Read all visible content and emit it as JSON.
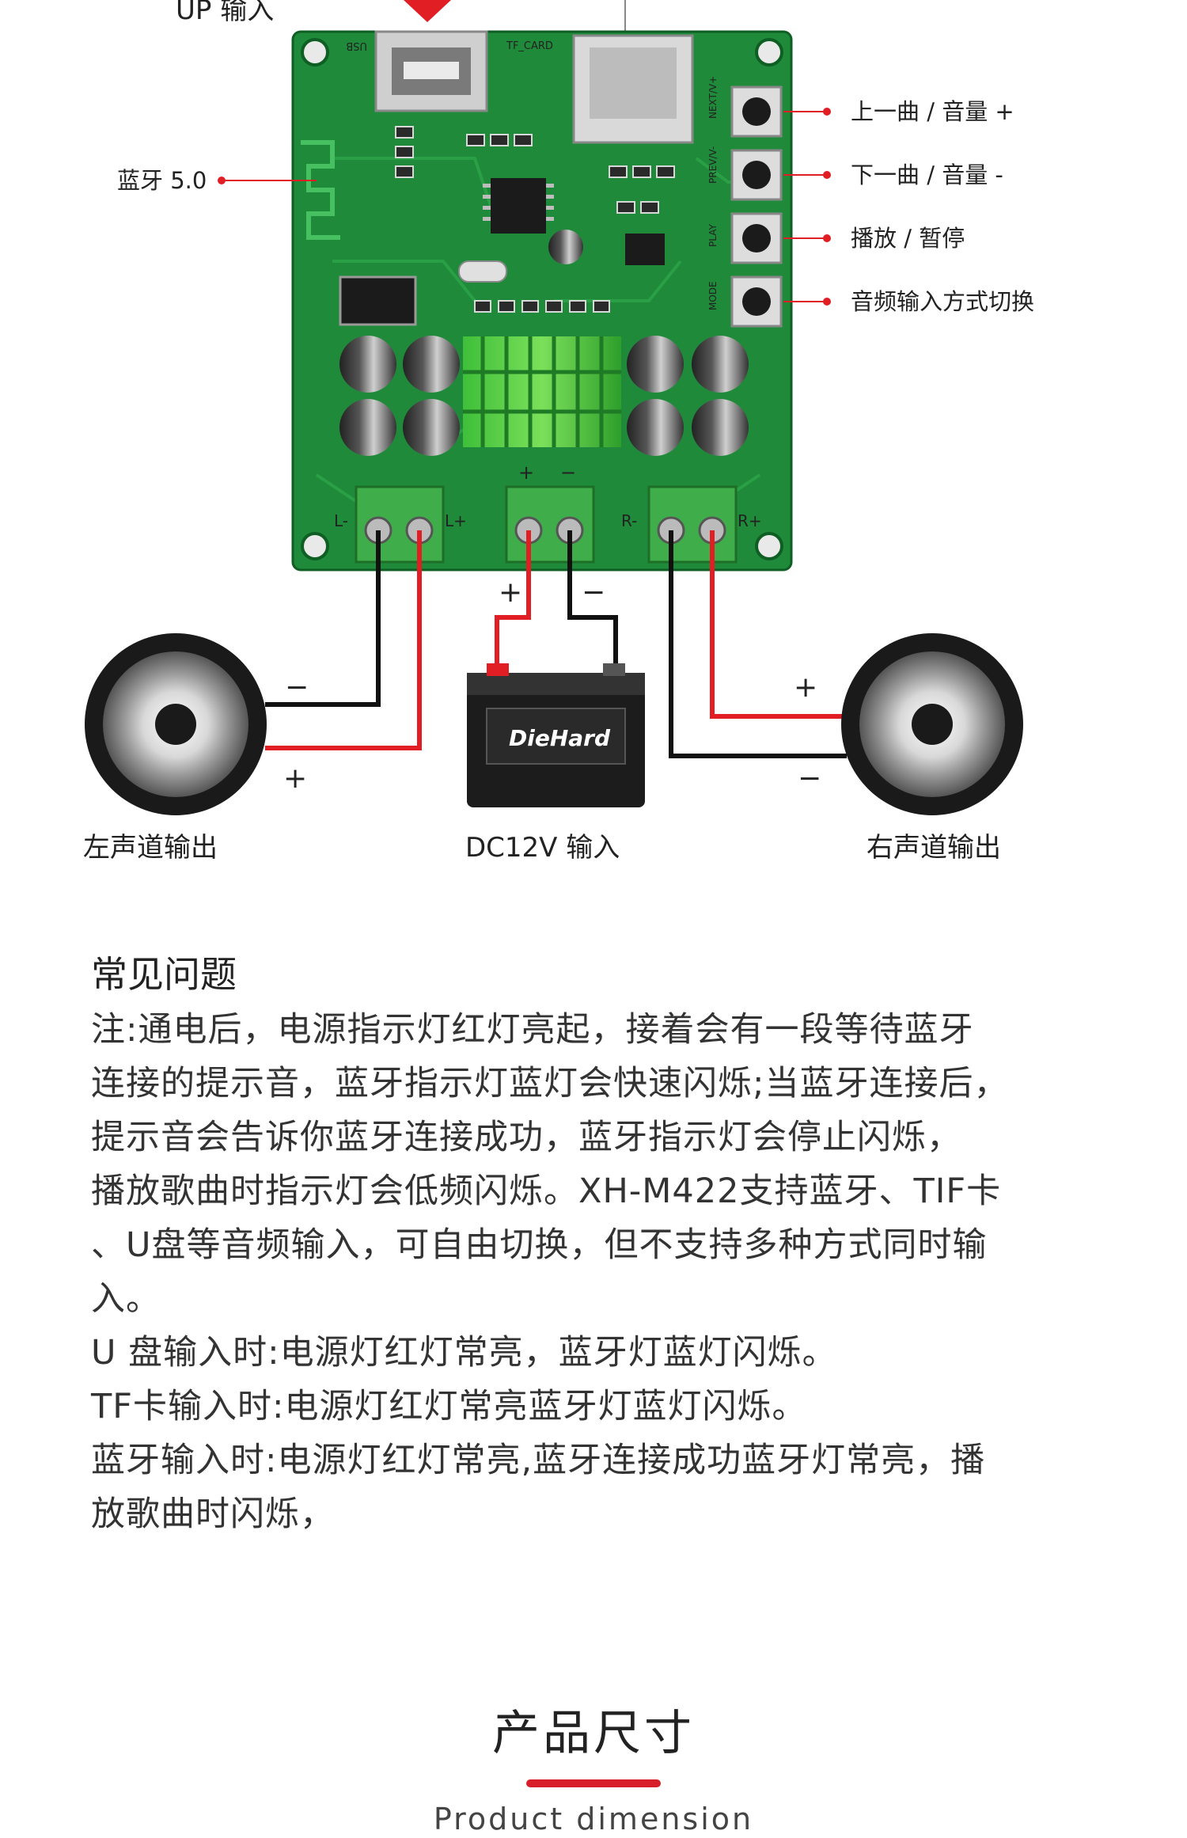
{
  "diagram": {
    "top_label": "UP 输入",
    "board": {
      "usb_silk": "USB",
      "tf_silk": "TF_CARD",
      "btn_silks": [
        "NEXT/V+",
        "PREV/V-",
        "PLAY",
        "MODE"
      ],
      "terminals": {
        "left_minus": "L-",
        "left_plus": "L+",
        "power_plus": "+",
        "power_minus": "−",
        "right_minus": "R-",
        "right_plus": "R+"
      }
    },
    "callouts": {
      "bluetooth": "蓝牙 5.0",
      "next": "上一曲 / 音量 +",
      "prev": "下一曲 / 音量 -",
      "play": "播放 / 暂停",
      "mode": "音频输入方式切换"
    },
    "wire_signs": {
      "left_minus": "−",
      "left_plus": "+",
      "battery_plus": "+",
      "battery_minus": "−",
      "right_plus": "+",
      "right_minus": "−"
    },
    "battery_brand": "DieHard",
    "captions": {
      "left": "左声道输出",
      "center": "DC12V 输入",
      "right": "右声道输出"
    },
    "colors": {
      "pcb": "#1e8a3a",
      "wire_red": "#e01e24",
      "wire_black": "#111111",
      "accent": "#d81e2a"
    }
  },
  "faq": {
    "heading": "常见问题",
    "lines": [
      "注:通电后，电源指示灯红灯亮起，接着会有一段等待蓝牙",
      "连接的提示音，蓝牙指示灯蓝灯会快速闪烁;当蓝牙连接后，",
      "提示音会告诉你蓝牙连接成功，蓝牙指示灯会停止闪烁，",
      "播放歌曲时指示灯会低频闪烁。XH-M422支持蓝牙、TIF卡",
      "、U盘等音频输入，可自由切换，但不支持多种方式同时输",
      "入。",
      "U 盘输入时:电源灯红灯常亮，蓝牙灯蓝灯闪烁。",
      "TF卡输入时:电源灯红灯常亮蓝牙灯蓝灯闪烁。",
      "蓝牙输入时:电源灯红灯常亮,蓝牙连接成功蓝牙灯常亮，播",
      "放歌曲时闪烁，"
    ]
  },
  "dimension": {
    "title": "产品尺寸",
    "subtitle": "Product dimension"
  }
}
